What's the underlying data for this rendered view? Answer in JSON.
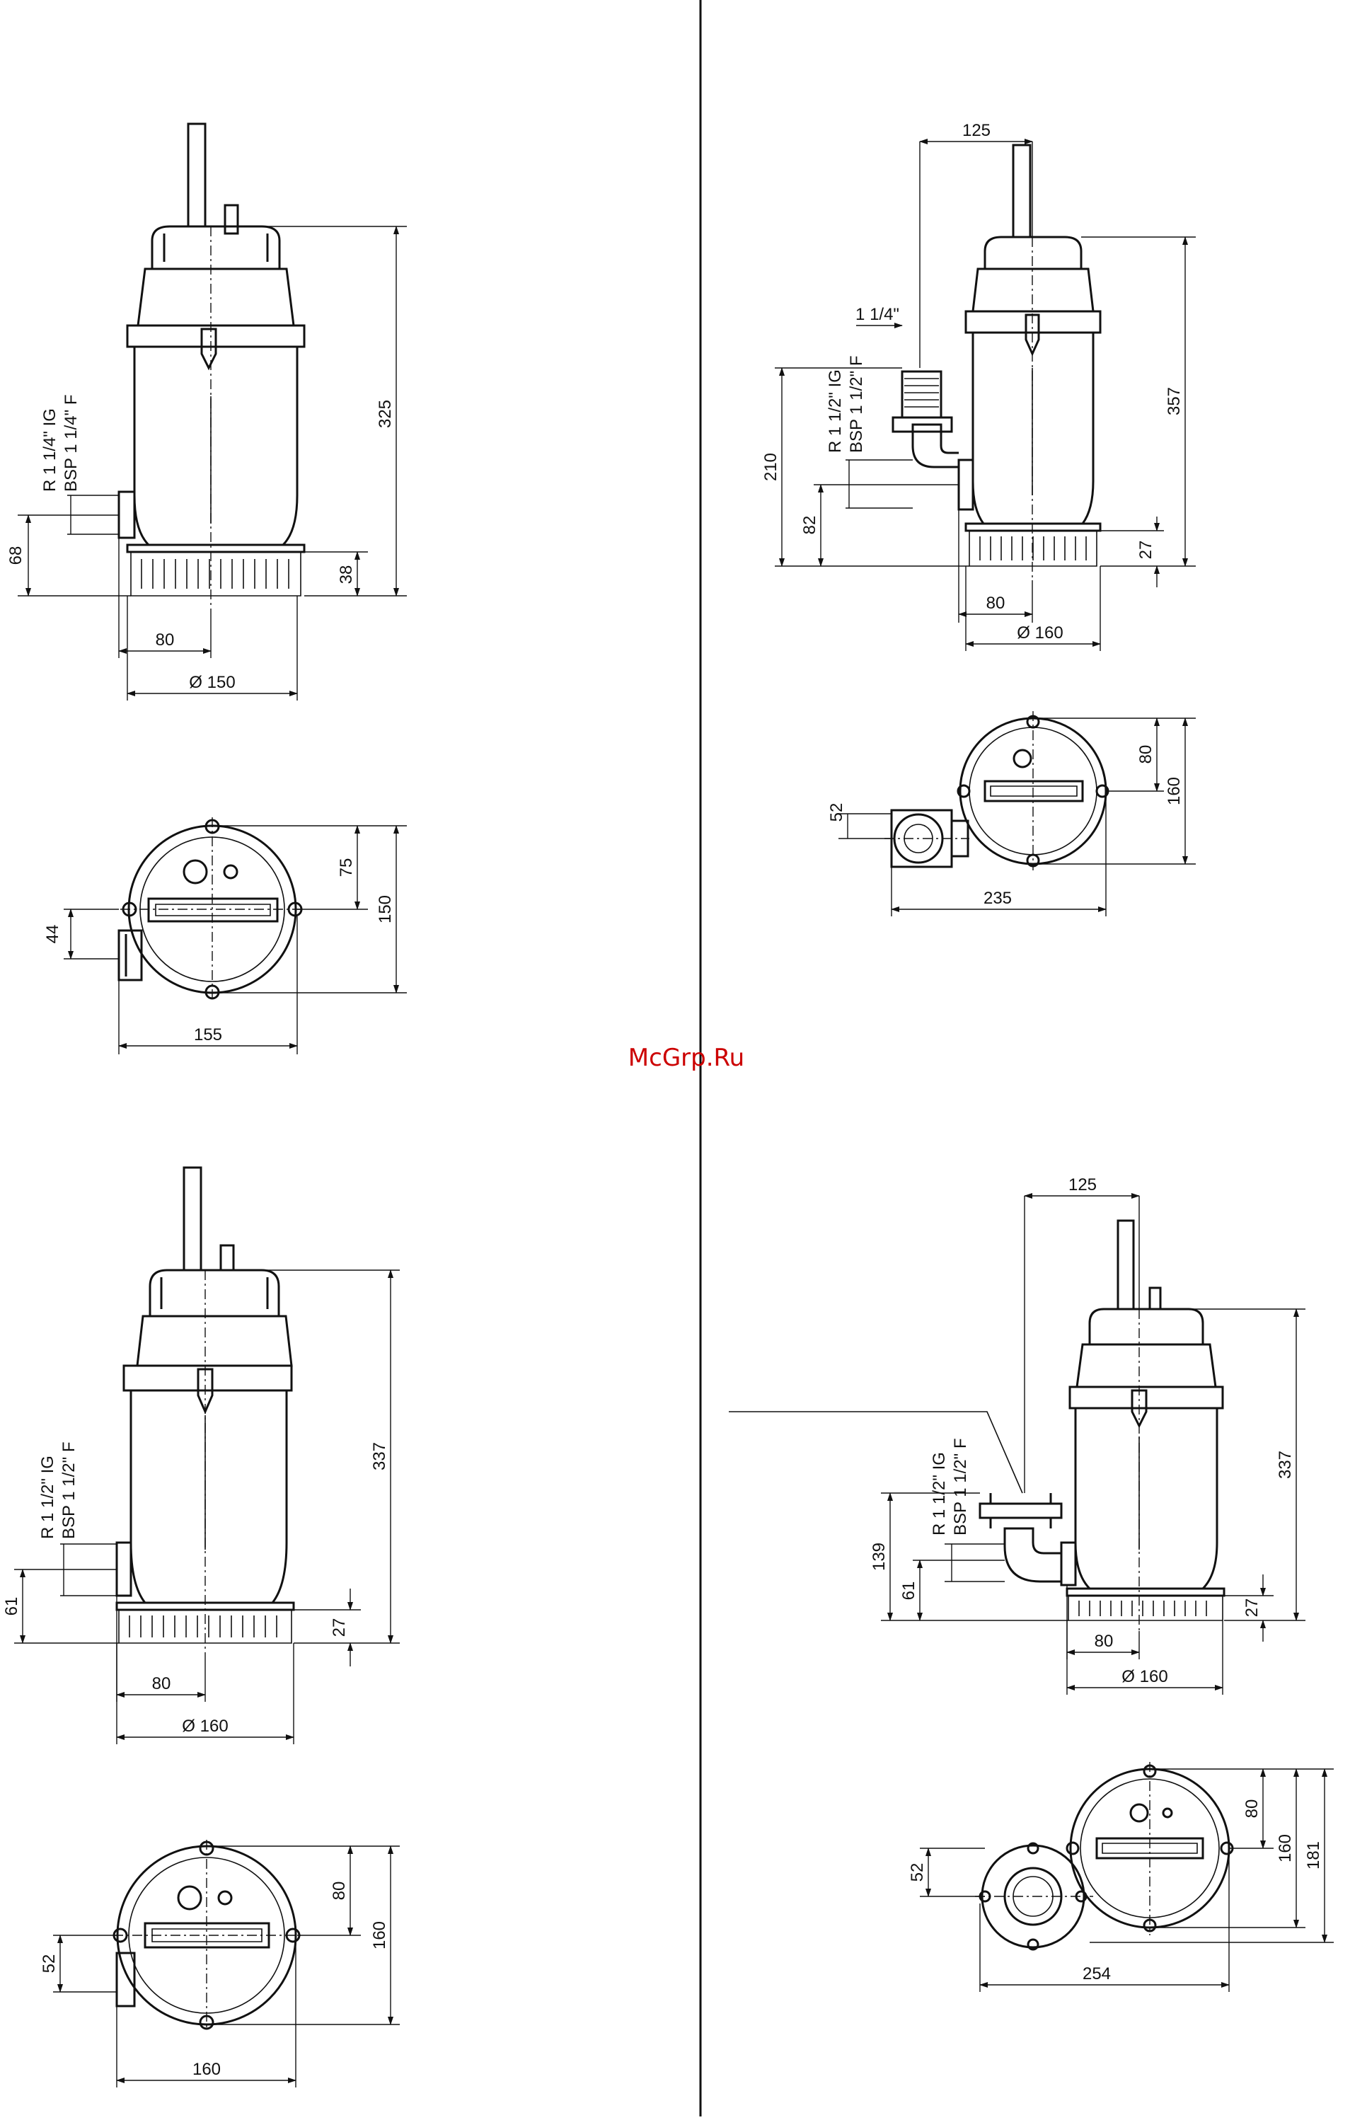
{
  "watermark": "McGrp.Ru",
  "panels": {
    "top_left": {
      "side": {
        "d325": "325",
        "d68": "68",
        "d38": "38",
        "d80": "80",
        "dia": "Ø 150",
        "thread1": "R 1 1/4\" IG",
        "thread2": "BSP 1 1/4\" F"
      },
      "plan": {
        "d75": "75",
        "d150": "150",
        "d44": "44",
        "d155": "155"
      }
    },
    "top_right": {
      "side": {
        "d125": "125",
        "hose": "1 1/4\"",
        "d357": "357",
        "d210": "210",
        "d82": "82",
        "d27": "27",
        "d80": "80",
        "dia": "Ø 160",
        "thread1": "R 1 1/2\" IG",
        "thread2": "BSP 1 1/2\" F"
      },
      "plan": {
        "d80": "80",
        "d160": "160",
        "d52": "52",
        "d235": "235"
      }
    },
    "bottom_left": {
      "side": {
        "d337": "337",
        "d61": "61",
        "d27": "27",
        "d80": "80",
        "dia": "Ø 160",
        "thread1": "R 1 1/2\" IG",
        "thread2": "BSP 1 1/2\" F"
      },
      "plan": {
        "d80": "80",
        "d160": "160",
        "d52": "52",
        "d160w": "160"
      }
    },
    "bottom_right": {
      "side": {
        "d125": "125",
        "d337": "337",
        "d139": "139",
        "d61": "61",
        "d27": "27",
        "d80": "80",
        "dia": "Ø 160",
        "thread1": "R 1 1/2\" IG",
        "thread2": "BSP 1 1/2\" F"
      },
      "plan": {
        "d80": "80",
        "d160": "160",
        "d181": "181",
        "d52": "52",
        "d254": "254"
      }
    }
  }
}
